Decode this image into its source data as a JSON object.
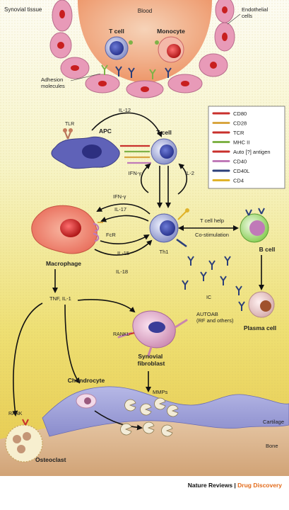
{
  "labels": {
    "synovial_tissue": "Synovial tissue",
    "blood": "Blood",
    "endothelial": "Endothelial\ncells",
    "t_cell_blood": "T cell",
    "monocyte": "Monocyte",
    "adhesion": "Adhesion\nmolecules",
    "tlr": "TLR",
    "apc": "APC",
    "il12": "IL-12",
    "t_cell_top": "T cell",
    "ifn_g_loop": "IFN-γ",
    "il2": "IL-2",
    "ifn_g_left": "IFN-γ",
    "il17": "IL-17",
    "fcr": "FcR",
    "macrophage": "Macrophage",
    "il15": "IL-15",
    "il18": "IL-18",
    "th1": "Th1",
    "t_cell_help": "T cell help",
    "co_stimulation": "Co-stimulation",
    "b_cell": "B cell",
    "ic": "IC",
    "autoab": "AUTOAB\n(RF and others)",
    "plasma_cell": "Plasma cell",
    "tnf_il1": "TNF, IL-1",
    "rankl": "RANKL",
    "synovial_fibroblast": "Synovial\nfibroblast",
    "mmps": "MMPs",
    "rank": "RANK",
    "chondrocyte": "Chondrocyte",
    "osteoclast": "Osteoclast",
    "cartilage": "Cartilage",
    "bone": "Bone"
  },
  "legend": [
    {
      "label": "CD80",
      "color": "#c9302c"
    },
    {
      "label": "CD28",
      "color": "#d8a640"
    },
    {
      "label": "TCR",
      "color": "#c9302c"
    },
    {
      "label": "MHC II",
      "color": "#7fb247"
    },
    {
      "label": "Auto [?] antigen",
      "color": "#c9302c"
    },
    {
      "label": "CD40",
      "color": "#c07ab8"
    },
    {
      "label": "CD40L",
      "color": "#2b3f7a"
    },
    {
      "label": "CD4",
      "color": "#e0b32a"
    }
  ],
  "footer": {
    "journal": "Nature Reviews",
    "separator": " | ",
    "section": "Drug Discovery"
  }
}
